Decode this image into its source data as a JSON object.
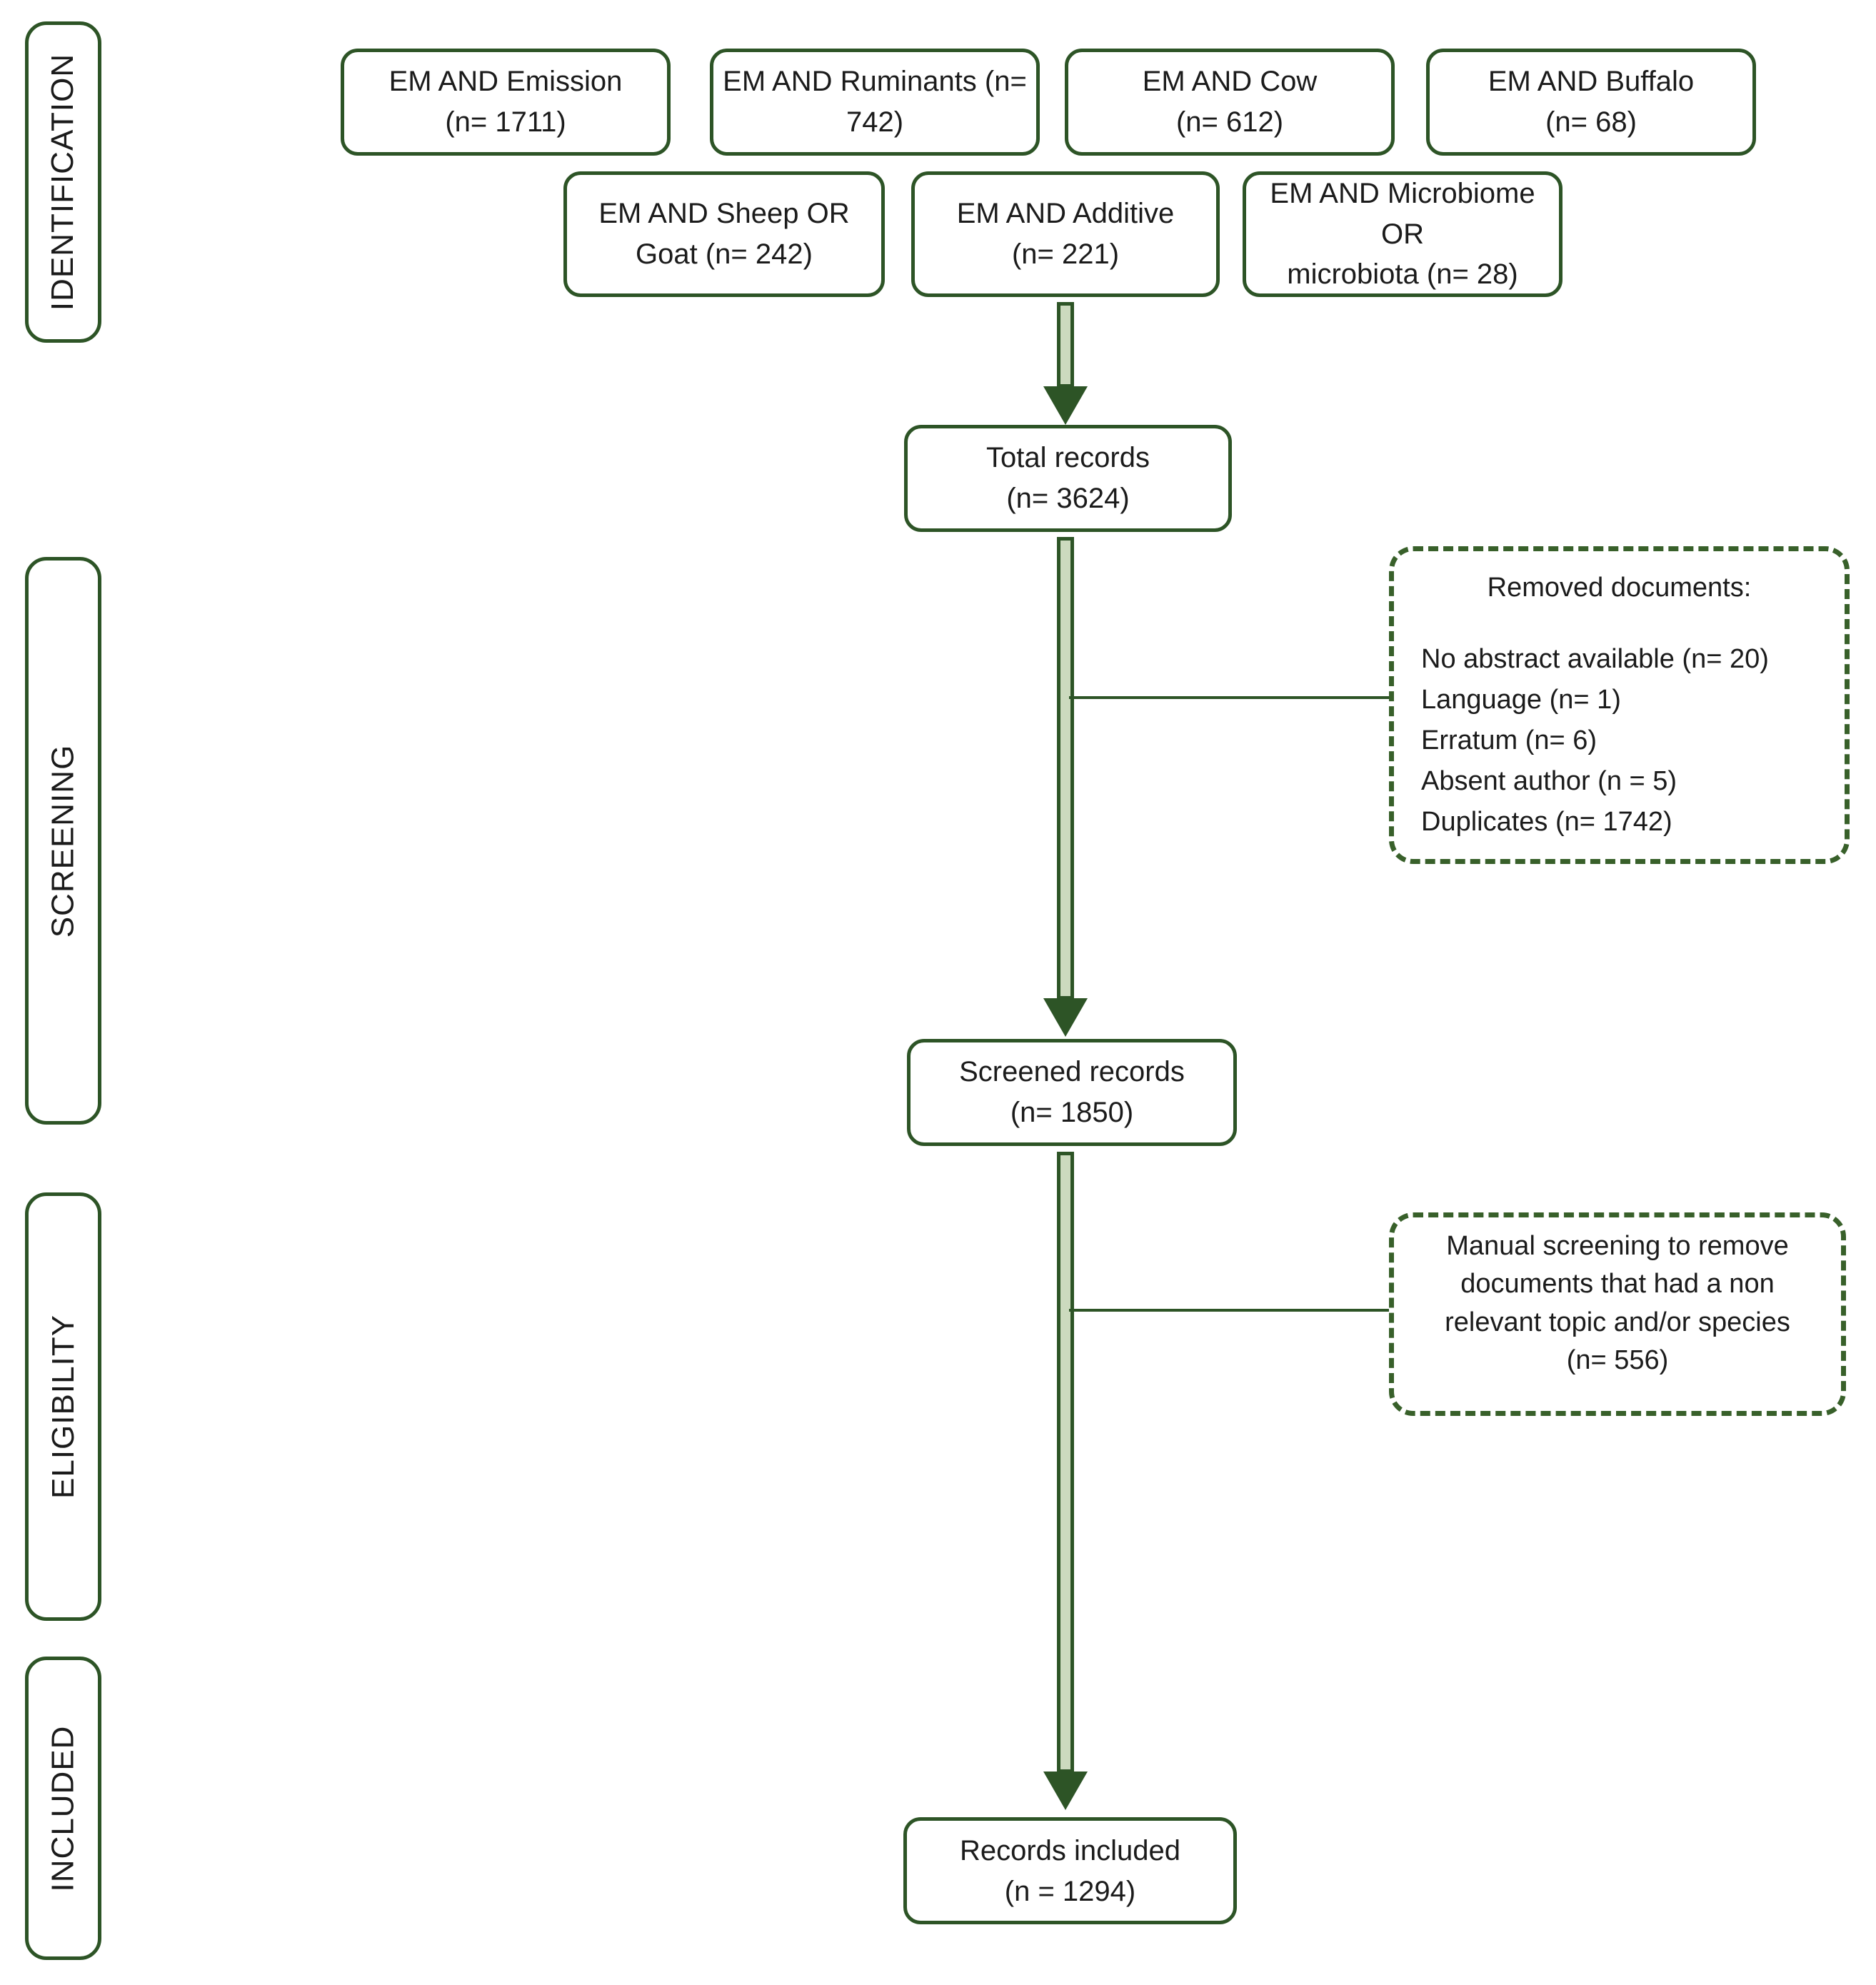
{
  "colors": {
    "border_green": "#2d5426",
    "dashed_green": "#38602a",
    "arrow_fill": "#ccdabe",
    "text_color": "#1b1b1b"
  },
  "stages": [
    {
      "label": "IDENTIFICATION"
    },
    {
      "label": "SCREENING"
    },
    {
      "label": "ELIGIBILITY"
    },
    {
      "label": "INCLUDED"
    }
  ],
  "search_boxes": [
    {
      "lines": [
        "EM AND Emission",
        "(n= 1711)"
      ]
    },
    {
      "lines": [
        "EM AND Ruminants (n=",
        "742)"
      ]
    },
    {
      "lines": [
        "EM AND Cow",
        "(n= 612)"
      ]
    },
    {
      "lines": [
        "EM AND Buffalo",
        "(n= 68)"
      ]
    },
    {
      "lines": [
        "EM AND Sheep OR",
        "Goat (n= 242)"
      ]
    },
    {
      "lines": [
        "EM AND Additive",
        "(n= 221)"
      ]
    },
    {
      "lines": [
        "EM AND Microbiome OR",
        "microbiota (n= 28)"
      ]
    }
  ],
  "total_records": {
    "lines": [
      "Total records",
      "(n= 3624)"
    ]
  },
  "removed_documents": {
    "title": "Removed documents:",
    "items": [
      "No abstract available (n= 20)",
      "Language (n= 1)",
      "Erratum (n= 6)",
      "Absent author (n = 5)",
      "Duplicates (n= 1742)"
    ]
  },
  "screened_records": {
    "lines": [
      "Screened records",
      "(n= 1850)"
    ]
  },
  "manual_screening": {
    "lines": [
      "Manual screening to remove",
      "documents that had a non",
      "relevant topic and/or species",
      "(n= 556)"
    ]
  },
  "records_included": {
    "lines": [
      "Records included",
      "(n = 1294)"
    ]
  }
}
